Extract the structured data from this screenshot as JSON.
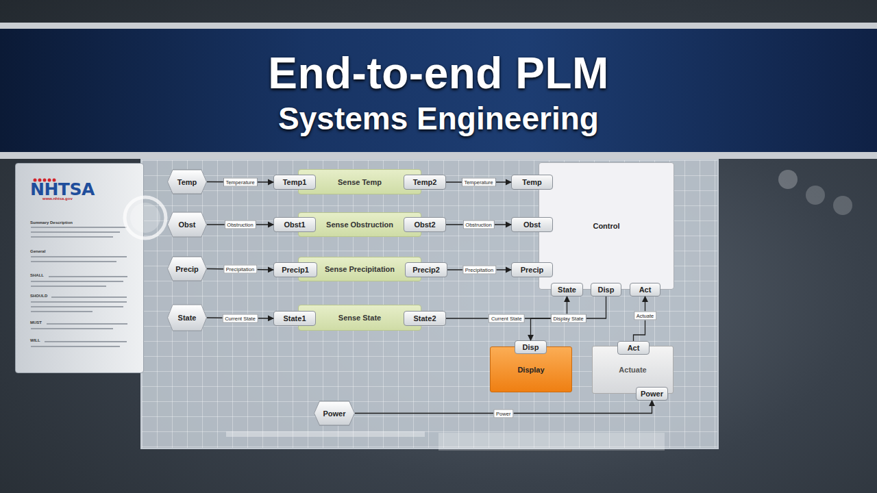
{
  "diagram": {
    "title": "End-to-end PLM",
    "caption": "Systems Engineering",
    "nodes": [
      {
        "text": [
          "Temp"
        ]
      },
      {
        "text": [
          "Sense Temp"
        ]
      },
      {
        "text": [
          "Temp1"
        ],
        "in": 1
      },
      {
        "text": [
          "Temp2"
        ],
        "in": 1
      },
      {
        "text": [
          "Obst"
        ]
      },
      {
        "text": [
          "Sense Obstruction"
        ]
      },
      {
        "text": [
          "Obst1"
        ],
        "in": 5
      },
      {
        "text": [
          "Obst2"
        ],
        "in": 5
      },
      {
        "text": [
          "Precip"
        ]
      },
      {
        "text": [
          "Sense Precipitation"
        ]
      },
      {
        "text": [
          "Precip1"
        ],
        "in": 9
      },
      {
        "text": [
          "Precip2"
        ],
        "in": 9
      },
      {
        "text": [
          "State"
        ]
      },
      {
        "text": [
          "Sense State"
        ]
      },
      {
        "text": [
          "State1"
        ],
        "in": 13
      },
      {
        "text": [
          "State2"
        ],
        "in": 13
      },
      {
        "text": [
          "Control"
        ]
      },
      {
        "text": [
          "Temp"
        ],
        "in": 16
      },
      {
        "text": [
          "Obst"
        ],
        "in": 16
      },
      {
        "text": [
          "Precip"
        ],
        "in": 16
      },
      {
        "text": [
          "State"
        ],
        "in": 16
      },
      {
        "text": [
          "Disp"
        ],
        "in": 16
      },
      {
        "text": [
          "Act"
        ],
        "in": 16
      },
      {
        "text": [
          "Display"
        ]
      },
      {
        "text": [
          "Disp"
        ],
        "in": 23
      },
      {
        "text": [
          "Actuate"
        ]
      },
      {
        "text": [
          "Act"
        ],
        "in": 25
      },
      {
        "text": [
          "Power"
        ],
        "in": 25
      },
      {
        "text": [
          "Power"
        ]
      }
    ],
    "edges": [
      {
        "from": 0,
        "to": 2,
        "arrow": "to",
        "label": "Temperature"
      },
      {
        "from": 3,
        "to": 17,
        "arrow": "to",
        "label": "Temperature"
      },
      {
        "from": 4,
        "to": 6,
        "arrow": "to",
        "label": "Obstruction"
      },
      {
        "from": 7,
        "to": 18,
        "arrow": "to",
        "label": "Obstruction"
      },
      {
        "from": 8,
        "to": 10,
        "arrow": "to",
        "label": "Precipitation"
      },
      {
        "from": 11,
        "to": 19,
        "arrow": "to",
        "label": "Precipitation"
      },
      {
        "from": 12,
        "to": 14,
        "arrow": "to",
        "label": "Current State"
      },
      {
        "from": 15,
        "to": 20,
        "arrow": "to",
        "label": "Current State"
      },
      {
        "from": 21,
        "to": 24,
        "arrow": "to",
        "label": "Display State"
      },
      {
        "from": 26,
        "to": 22,
        "arrow": "to",
        "label": "Actuate"
      },
      {
        "from": 28,
        "to": 27,
        "arrow": "to",
        "label": "Power"
      }
    ],
    "labels": [
      "NHTSA",
      "www.nhtsa.gov",
      "Summary Description",
      "General",
      "SHALL",
      "SHOULD",
      "MUST",
      "WILL"
    ]
  }
}
